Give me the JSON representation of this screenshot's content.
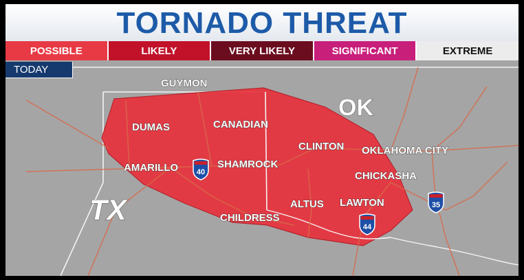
{
  "title": "TORNADO THREAT",
  "legend": [
    {
      "label": "POSSIBLE",
      "color": "#e83a44",
      "text_color": "#ffffff"
    },
    {
      "label": "LIKELY",
      "color": "#c1122a",
      "text_color": "#ffffff"
    },
    {
      "label": "VERY LIKELY",
      "color": "#6b0d1f",
      "text_color": "#ffffff"
    },
    {
      "label": "SIGNIFICANT",
      "color": "#c81f7b",
      "text_color": "#ffffff"
    },
    {
      "label": "EXTREME",
      "color": "#ececec",
      "text_color": "#111111"
    }
  ],
  "day_label": "TODAY",
  "threat_color": "#e8323c",
  "states": {
    "tx": "TX",
    "ok": "OK"
  },
  "cities": {
    "guymon": "GUYMON",
    "dumas": "DUMAS",
    "canadian": "CANADIAN",
    "amarillo": "AMARILLO",
    "shamrock": "SHAMROCK",
    "clinton": "CLINTON",
    "oklahoma_city": "OKLAHOMA CITY",
    "chickasha": "CHICKASHA",
    "altus": "ALTUS",
    "lawton": "LAWTON",
    "childress": "CHILDRESS"
  },
  "interstates": {
    "i40": "40",
    "i44": "44",
    "i35": "35"
  }
}
